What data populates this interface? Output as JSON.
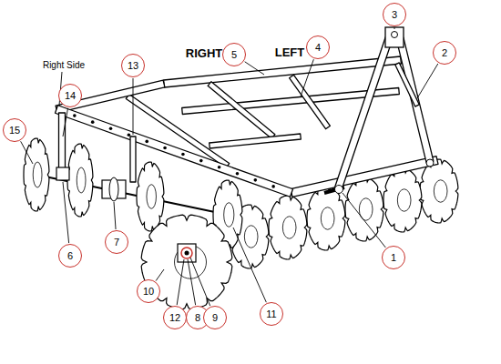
{
  "diagram": {
    "labels": [
      "Right Side",
      "RIGHT",
      "LEFT",
      "1",
      "2",
      "3",
      "4",
      "5",
      "6",
      "7",
      "8",
      "9",
      "10",
      "11",
      "12",
      "13",
      "14",
      "15"
    ]
  }
}
